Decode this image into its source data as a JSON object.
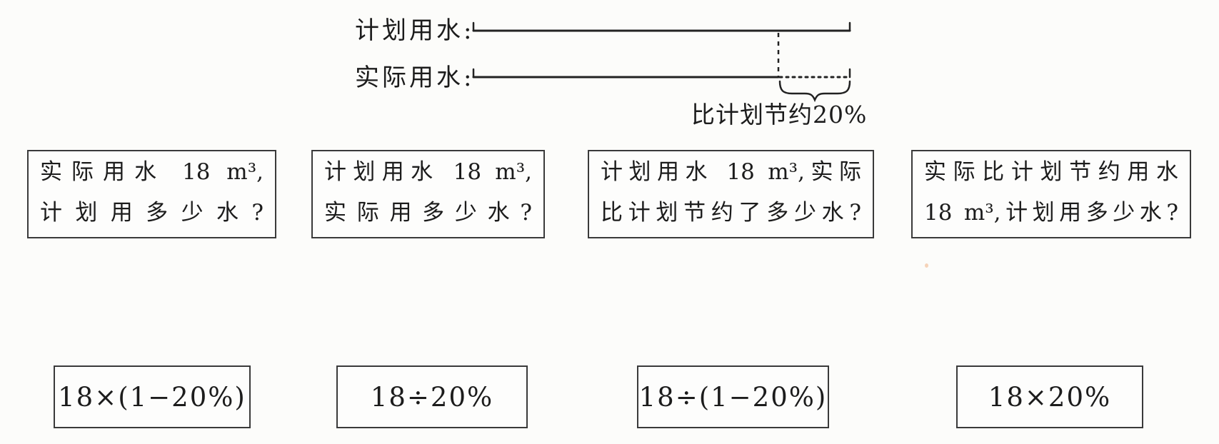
{
  "diagram": {
    "planned_label": "计划用水:",
    "actual_label": "实际用水:",
    "brace_label": "比计划节约20%"
  },
  "problem_cards": [
    {
      "line1": "实际用水 18 m³,",
      "line2": "计划用多少水?"
    },
    {
      "line1": "计划用水 18 m³,",
      "line2": "实际用多少水?"
    },
    {
      "line1": "计划用水 18 m³,实际",
      "line2": "比计划节约了多少水?"
    },
    {
      "line1": "实际比计划节约用水",
      "line2": "18 m³,计划用多少水?"
    }
  ],
  "expression_cards": [
    {
      "text": "18×(1−20%)"
    },
    {
      "text": "18÷20%"
    },
    {
      "text": "18÷(1−20%)"
    },
    {
      "text": "18×20%"
    }
  ],
  "colors": {
    "ink": "#1c1c1c",
    "paper": "#fcfcfa"
  }
}
